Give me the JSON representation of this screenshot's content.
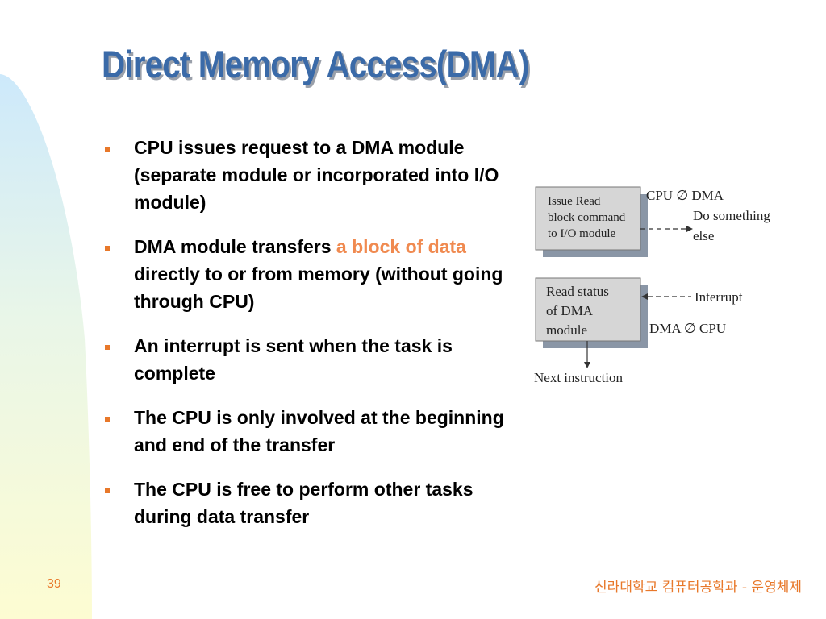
{
  "title": "Direct Memory Access(DMA)",
  "bullets": [
    {
      "parts": [
        {
          "text": "CPU issues request to a DMA module (separate module or incorporated into I/O module)",
          "highlight": false
        }
      ]
    },
    {
      "parts": [
        {
          "text": "DMA module transfers ",
          "highlight": false
        },
        {
          "text": "a block of data",
          "highlight": true
        },
        {
          "text": " directly to or from memory (without going through CPU)",
          "highlight": false
        }
      ]
    },
    {
      "parts": [
        {
          "text": "An interrupt is sent when the task is complete",
          "highlight": false
        }
      ]
    },
    {
      "parts": [
        {
          "text": "The CPU is only involved at the beginning and end of the transfer",
          "highlight": false
        }
      ]
    },
    {
      "parts": [
        {
          "text": "The CPU is free to perform other tasks during data transfer",
          "highlight": false
        }
      ]
    }
  ],
  "diagram": {
    "box1_lines": [
      "Issue Read",
      "block command",
      "to I/O module"
    ],
    "box2_lines": [
      "Read status",
      "of DMA",
      "module"
    ],
    "label_cpu_dma": "CPU ∅ DMA",
    "label_do_something": [
      "Do something",
      "else"
    ],
    "label_interrupt": "Interrupt",
    "label_dma_cpu": "DMA ∅ CPU",
    "label_next": "Next instruction"
  },
  "footer": {
    "slide_number": "39",
    "text": "신라대학교 컴퓨터공학과 - 운영체제"
  },
  "colors": {
    "title": "#3a6aa8",
    "accent": "#e8782a",
    "highlight": "#f08a50"
  }
}
